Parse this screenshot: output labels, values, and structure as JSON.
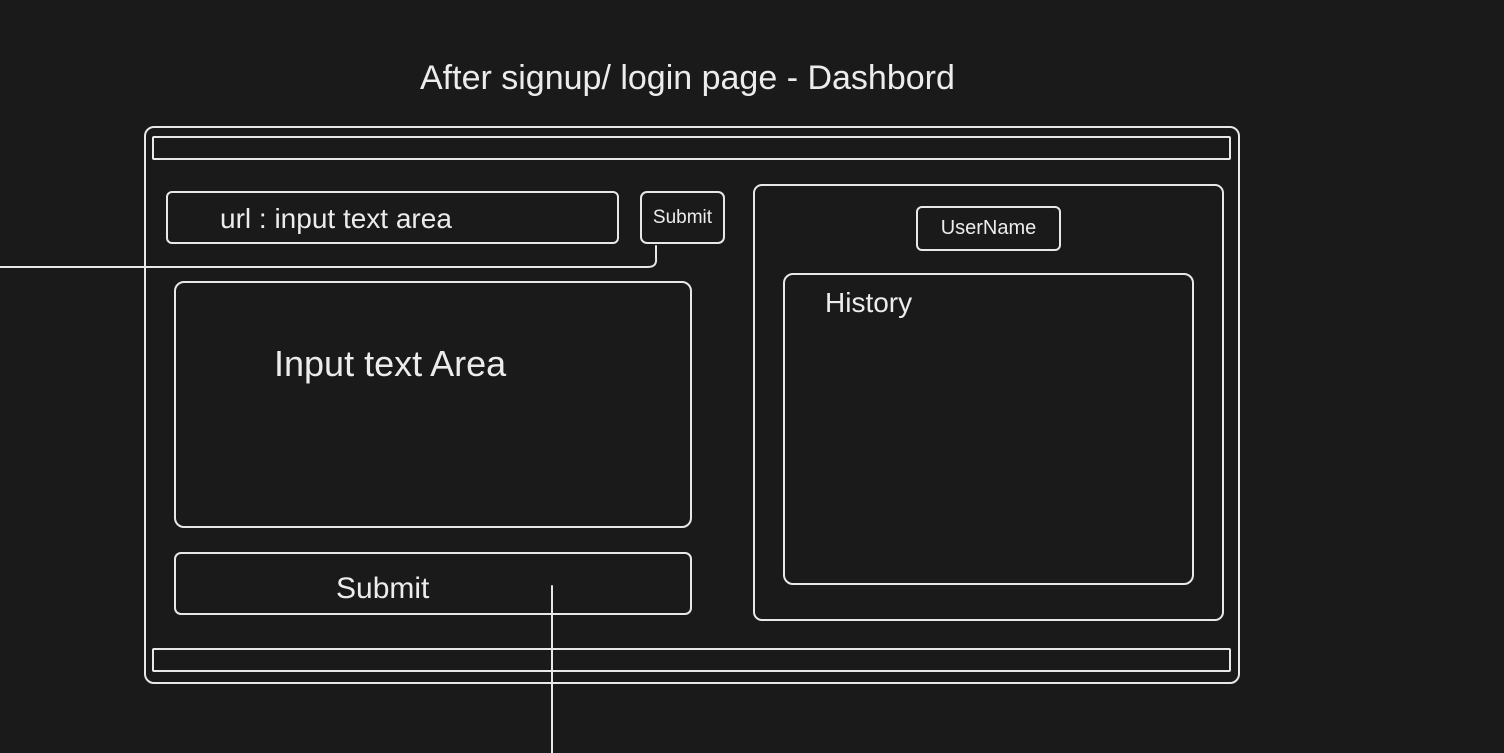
{
  "page": {
    "title": "After signup/ login page - Dashbord"
  },
  "url_bar": {
    "label": "url : input text area",
    "submit_label": "Submit"
  },
  "editor": {
    "label": "Input text Area"
  },
  "main_submit": {
    "label": "Submit"
  },
  "sidebar": {
    "username_label": "UserName",
    "history_label": "History"
  },
  "colors": {
    "background": "#1a1a1a",
    "stroke": "#e8e8e8",
    "text": "#ececec"
  }
}
